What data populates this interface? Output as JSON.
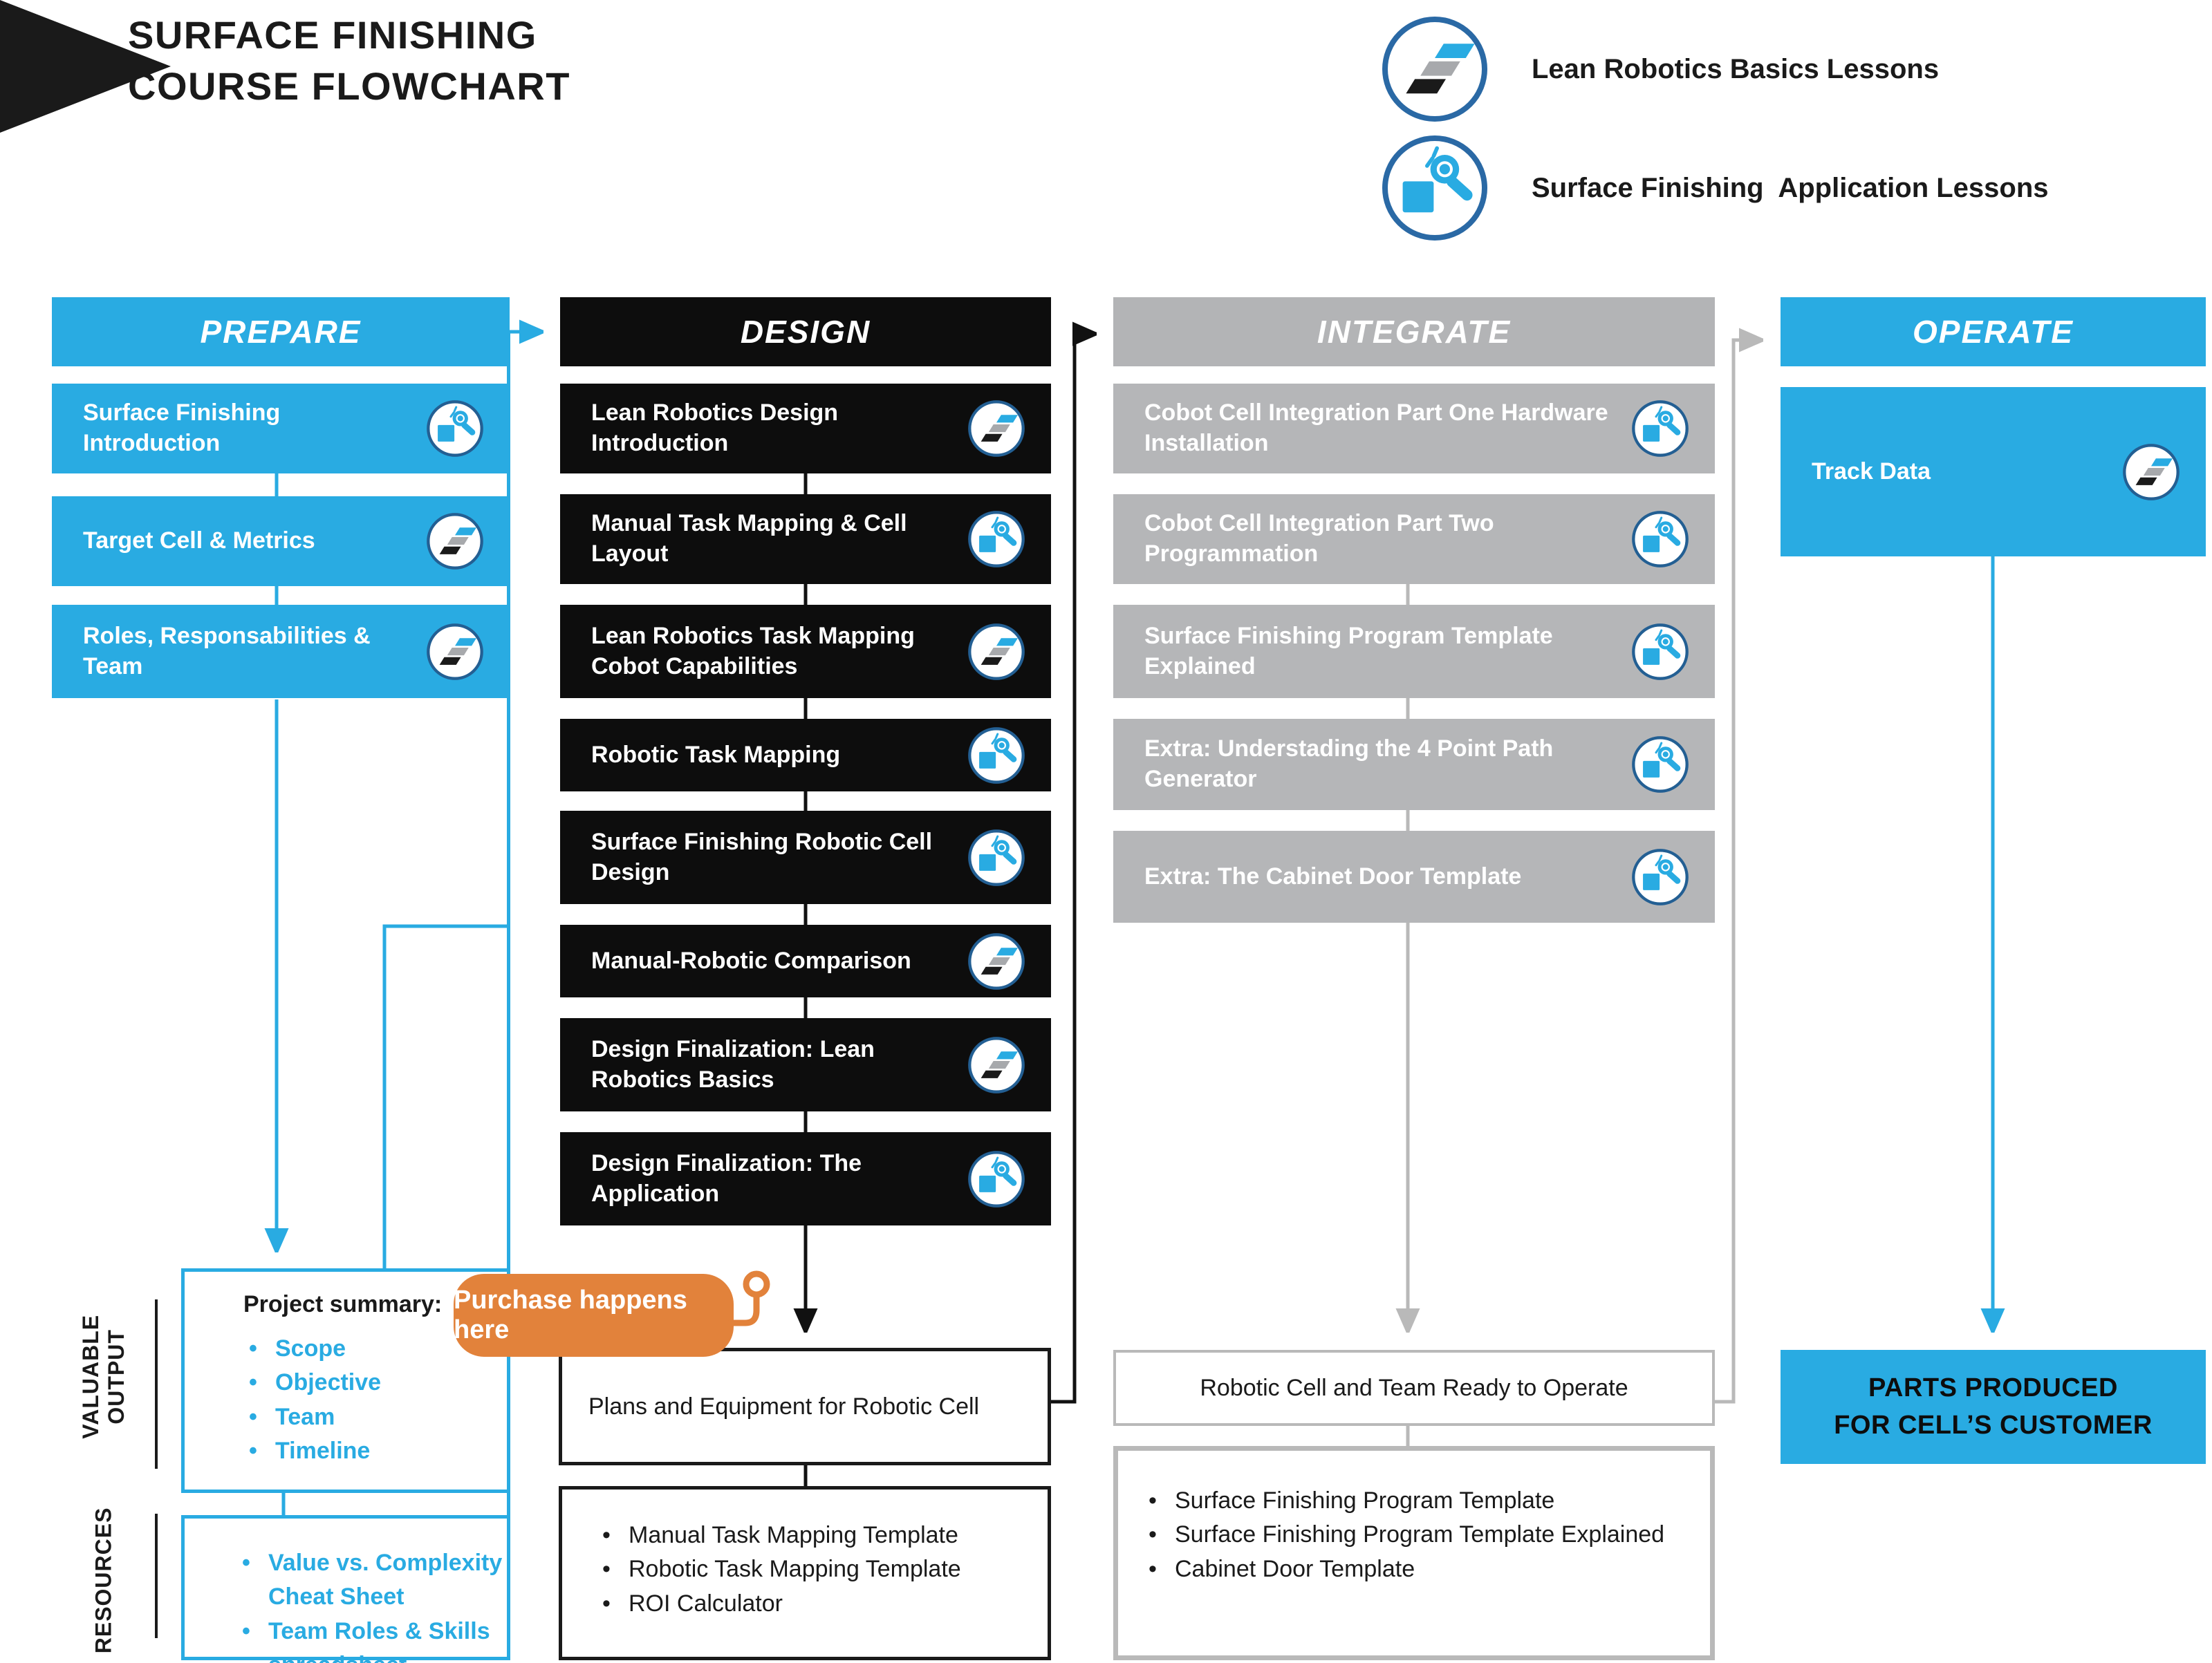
{
  "title": {
    "line1": "SURFACE FINISHING",
    "line2": "COURSE FLOWCHART"
  },
  "legend": {
    "items": [
      {
        "icon": "lean-robotics-icon",
        "label": "Lean Robotics Basics Lessons"
      },
      {
        "icon": "surface-finishing-icon",
        "label": "Surface Finishing  Application Lessons"
      }
    ]
  },
  "columns": [
    {
      "id": "prepare",
      "header": "PREPARE",
      "items": [
        {
          "label": "Surface Finishing Introduction",
          "icon": "app"
        },
        {
          "label": "Target Cell & Metrics",
          "icon": "lean"
        },
        {
          "label": "Roles, Responsabilities & Team",
          "icon": "lean"
        }
      ]
    },
    {
      "id": "design",
      "header": "DESIGN",
      "items": [
        {
          "label": "Lean Robotics Design Introduction",
          "icon": "lean"
        },
        {
          "label": "Manual Task Mapping & Cell Layout",
          "icon": "app"
        },
        {
          "label": "Lean Robotics Task Mapping Cobot Capabilities",
          "icon": "lean"
        },
        {
          "label": "Robotic Task Mapping",
          "icon": "app"
        },
        {
          "label": "Surface Finishing Robotic Cell Design",
          "icon": "app"
        },
        {
          "label": "Manual-Robotic Comparison",
          "icon": "lean"
        },
        {
          "label": "Design Finalization: Lean Robotics Basics",
          "icon": "lean"
        },
        {
          "label": "Design Finalization: The Application",
          "icon": "app"
        }
      ]
    },
    {
      "id": "integrate",
      "header": "INTEGRATE",
      "items": [
        {
          "label": "Cobot Cell Integration Part One Hardware Installation",
          "icon": "app"
        },
        {
          "label": "Cobot Cell Integration Part Two Programmation",
          "icon": "app"
        },
        {
          "label": "Surface Finishing Program Template Explained",
          "icon": "app"
        },
        {
          "label": "Extra: Understading the 4 Point Path Generator",
          "icon": "app"
        },
        {
          "label": "Extra: The Cabinet Door Template",
          "icon": "app"
        }
      ]
    },
    {
      "id": "operate",
      "header": "OPERATE",
      "items": [
        {
          "label": "Track Data",
          "icon": "lean"
        }
      ]
    }
  ],
  "annotations": {
    "valuable_output": "VALUABLE OUTPUT",
    "resources": "RESOURCES",
    "purchase": "Purchase happens here"
  },
  "outputs": {
    "project_summary": {
      "title": "Project summary:",
      "bullets": [
        "Scope",
        "Objective",
        "Team",
        "Timeline"
      ]
    },
    "prepare_resources": [
      "Value vs. Complexity Cheat Sheet",
      "Team Roles & Skills spreadsheet"
    ],
    "plans": "Plans and Equipment for Robotic Cell",
    "design_resources": [
      "Manual Task Mapping Template",
      "Robotic Task Mapping Template",
      "ROI Calculator"
    ],
    "robotic_cell": "Robotic Cell and Team Ready to Operate",
    "integrate_resources": [
      "Surface Finishing Program Template",
      "Surface Finishing  Program Template Explained",
      "Cabinet Door Template"
    ],
    "parts": {
      "line1": "PARTS PRODUCED",
      "line2": "FOR CELL’S CUSTOMER"
    }
  },
  "colors": {
    "brand_blue": "#29ABE2",
    "black_box": "#0d0d0d",
    "gray_box": "#B5B6B8",
    "gray_line": "#B9B9B9",
    "orange": "#E2823B",
    "icon_ring": "#235F93"
  }
}
